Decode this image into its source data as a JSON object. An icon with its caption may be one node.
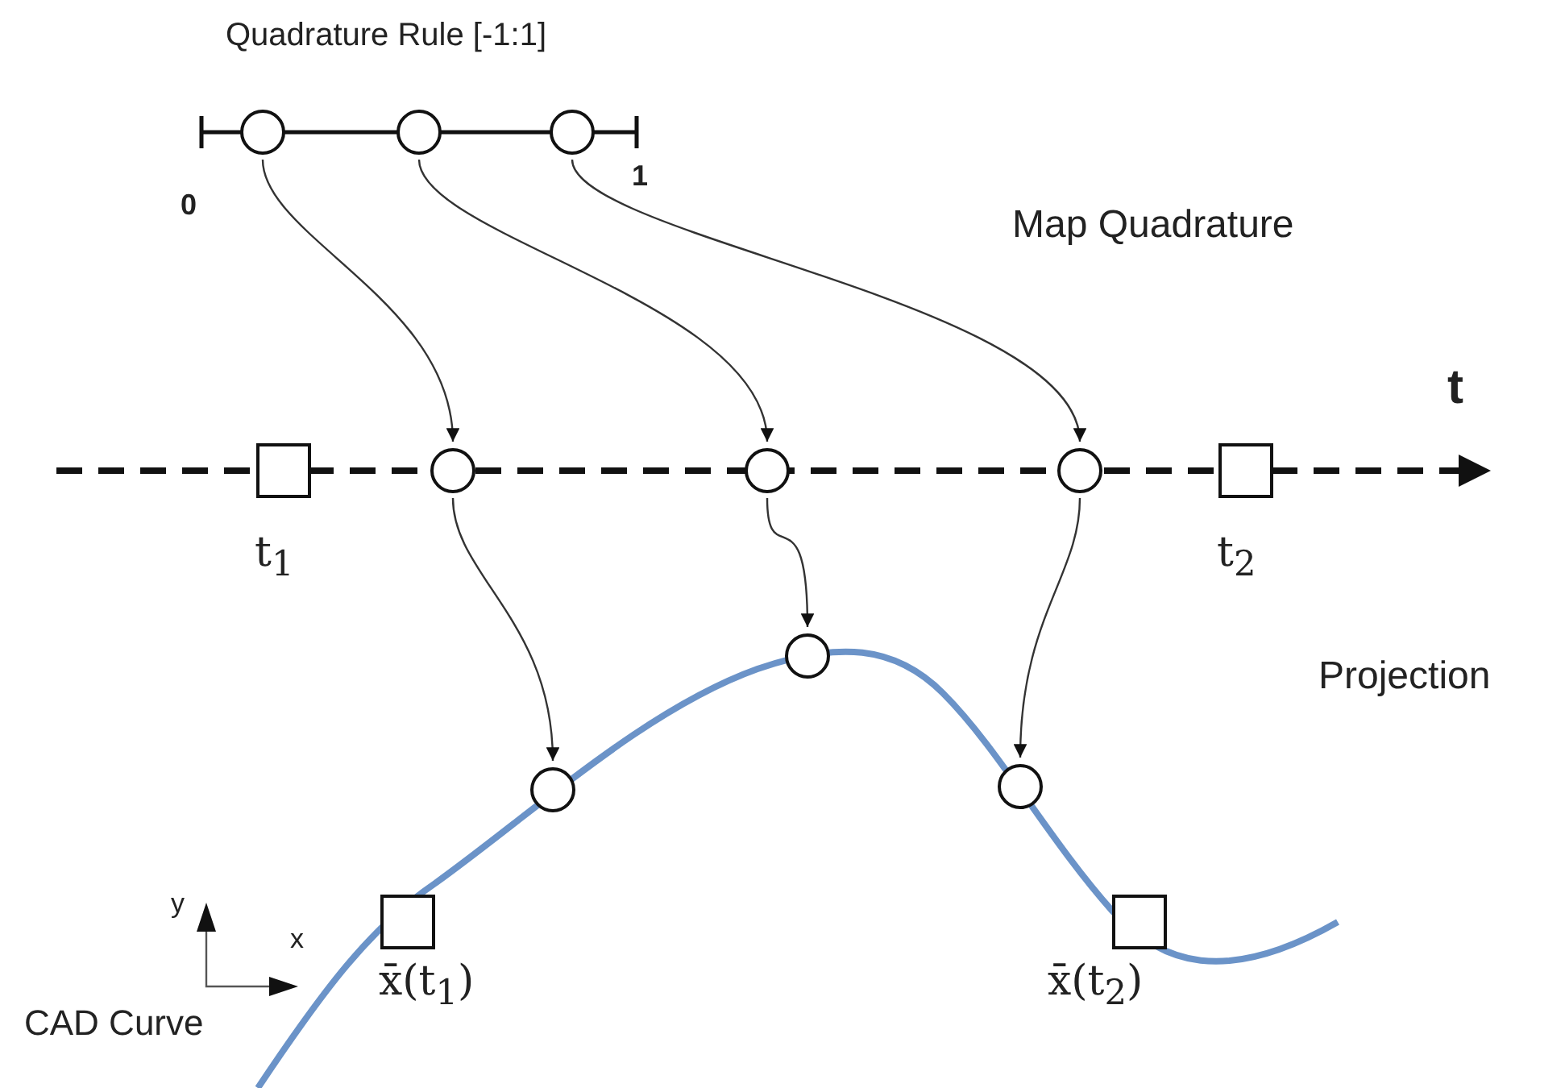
{
  "diagram": {
    "nodes": [
      {
        "text": [],
        "shape": "circle"
      },
      {
        "text": [],
        "shape": "circle"
      },
      {
        "text": [],
        "shape": "circle"
      },
      {
        "text": [],
        "shape": "box",
        "beside": [
          "t$_{1}$"
        ]
      },
      {
        "text": [],
        "shape": "circle"
      },
      {
        "text": [],
        "shape": "circle"
      },
      {
        "text": [],
        "shape": "circle"
      },
      {
        "text": [],
        "shape": "box",
        "beside": [
          "t$_{2}$"
        ]
      },
      {
        "text": [],
        "shape": "circle"
      },
      {
        "text": [],
        "shape": "circle"
      },
      {
        "text": [],
        "shape": "circle"
      },
      {
        "text": [],
        "shape": "box",
        "beside": [
          "x̄(t$_{1}$)"
        ]
      },
      {
        "text": [],
        "shape": "box",
        "beside": [
          "x̄(t$_{2}$)"
        ]
      }
    ],
    "edges": [
      {
        "from": 0,
        "to": 4,
        "arrow": "to"
      },
      {
        "from": 1,
        "to": 5,
        "arrow": "to"
      },
      {
        "from": 2,
        "to": 6,
        "arrow": "to"
      },
      {
        "from": 4,
        "to": 9,
        "arrow": "to"
      },
      {
        "from": 5,
        "to": 8,
        "arrow": "to"
      },
      {
        "from": 6,
        "to": 10,
        "arrow": "to"
      }
    ],
    "labels": [
      "Quadrature Rule [-1:1]",
      "0",
      "1",
      "Map Quadrature",
      "t",
      "Projection",
      "y",
      "x",
      "CAD Curve"
    ]
  }
}
